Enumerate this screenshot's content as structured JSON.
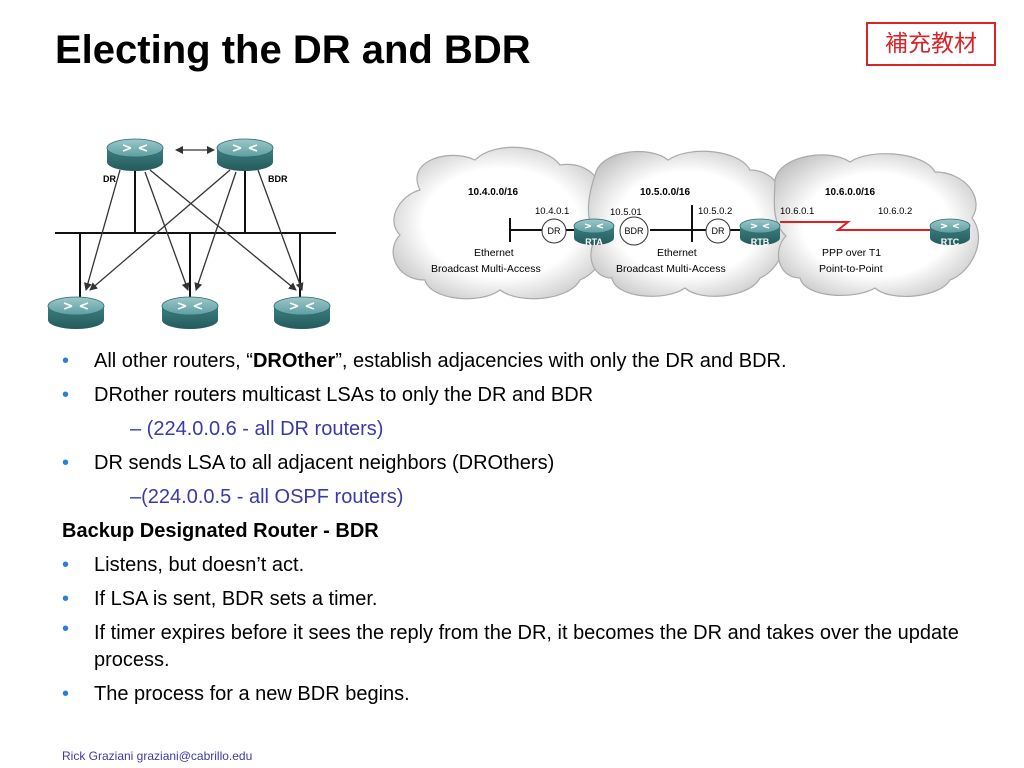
{
  "slide": {
    "title": "Electing the DR and BDR",
    "stamp": "補充教材"
  },
  "diagram": {
    "left": {
      "dr_label": "DR",
      "bdr_label": "BDR"
    },
    "right": {
      "networks": [
        {
          "cidr": "10.4.0.0/16",
          "medium_line1": "Ethernet",
          "medium_line2": "Broadcast Multi-Access"
        },
        {
          "cidr": "10.5.0.0/16",
          "medium_line1": "Ethernet",
          "medium_line2": "Broadcast Multi-Access"
        },
        {
          "cidr": "10.6.0.0/16",
          "medium_line1": "PPP over T1",
          "medium_line2": "Point-to-Point"
        }
      ],
      "addresses": [
        "10.4.0.1",
        "10.5.01",
        "10.5.0.2",
        "10.6.0.1",
        "10.6.0.2"
      ],
      "roles": [
        "DR",
        "BDR",
        "DR"
      ],
      "routers": [
        "RTA",
        "RTB",
        "RTC"
      ]
    }
  },
  "content": {
    "b1_pre": "All other routers, “",
    "b1_bold": "DROther",
    "b1_post": "”, establish adjacencies with only the DR and BDR.",
    "b2": "DRother routers multicast LSAs  to only the DR and BDR",
    "b2_sub": "– (224.0.0.6 - all DR routers)",
    "b3": "DR sends LSA to all adjacent neighbors  (DROthers)",
    "b3_sub": "–(224.0.0.5 - all OSPF routers)",
    "heading": "Backup Designated Router - BDR",
    "b4": "Listens, but doesn’t act.",
    "b5": "If LSA is sent, BDR sets a timer.",
    "b6": "If timer expires before it sees the reply from the DR, it becomes the DR and takes over the update process.",
    "b7": "The process for a new BDR begins."
  },
  "footer": {
    "author": "Rick Graziani  graziani@cabrillo.edu"
  },
  "colors": {
    "bullet": "#2b7fd9",
    "sub_text": "#3a3aa8",
    "stamp": "#d9252a",
    "router": "#3e7f82",
    "ppp_link": "#e02020"
  }
}
